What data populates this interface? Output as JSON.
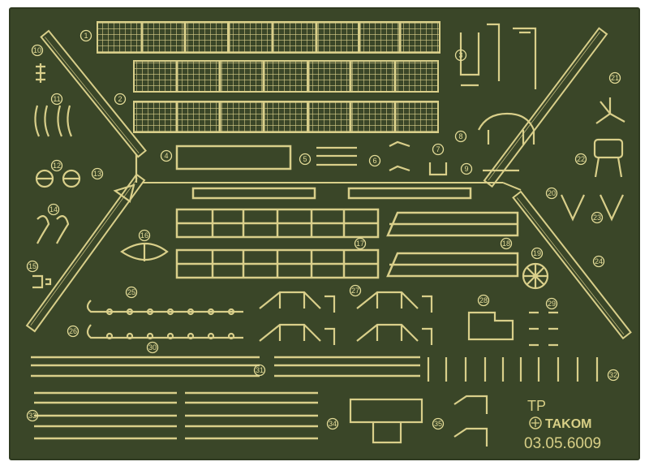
{
  "sheet": {
    "code": "TP",
    "brand": "TAKOM",
    "part_number": "03.05.6009",
    "colors": {
      "board": "#3a4628",
      "board_edge": "#2f3a20",
      "brass": "#d9cf8a",
      "brass_dark": "#a39a5c",
      "background": "#ffffff"
    },
    "part_markers": [
      "1",
      "2",
      "3",
      "4",
      "5",
      "6",
      "7",
      "8",
      "9",
      "10",
      "11",
      "12",
      "13",
      "14",
      "15",
      "16",
      "17",
      "18",
      "19",
      "20",
      "21",
      "22",
      "23",
      "24",
      "25",
      "26",
      "27",
      "28",
      "29",
      "30",
      "31",
      "32",
      "33",
      "34",
      "35"
    ]
  }
}
